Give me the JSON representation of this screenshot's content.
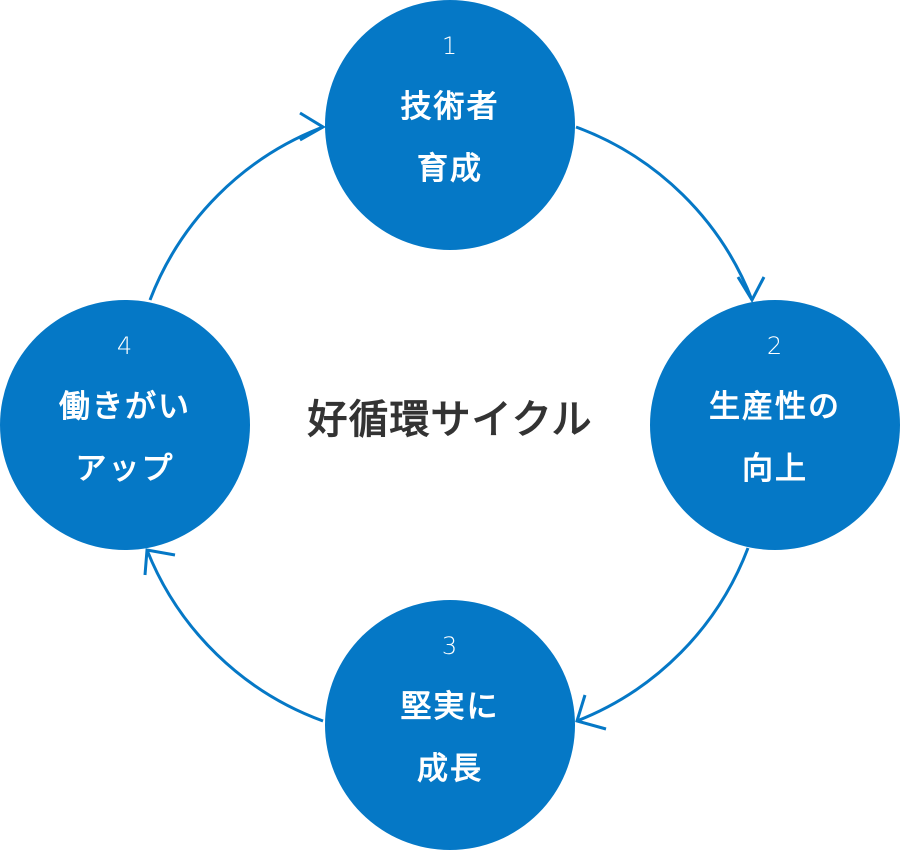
{
  "center_title": "好循環サイクル",
  "colors": {
    "circle_fill": "#0578c6",
    "arrow_stroke": "#0578c6",
    "title_text": "#333333",
    "node_text": "#ffffff"
  },
  "nodes": [
    {
      "number": "1",
      "label_lines": [
        "技術者",
        "育成"
      ]
    },
    {
      "number": "2",
      "label_lines": [
        "生産性の",
        "向上"
      ]
    },
    {
      "number": "3",
      "label_lines": [
        "堅実に",
        "成長"
      ]
    },
    {
      "number": "4",
      "label_lines": [
        "働きがい",
        "アップ"
      ]
    }
  ]
}
